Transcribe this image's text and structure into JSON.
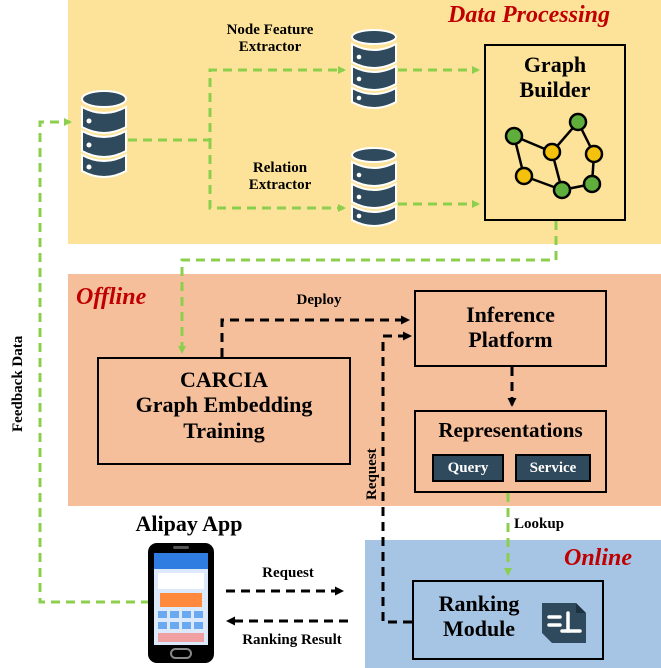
{
  "stages": {
    "data_processing": "Data Processing",
    "offline": "Offline",
    "online": "Online"
  },
  "labels": {
    "node_feature_extractor": "Node Feature\nExtractor",
    "relation_extractor": "Relation\nExtractor",
    "graph_builder": "Graph\nBuilder",
    "deploy": "Deploy",
    "inference_platform": "Inference\nPlatform",
    "carcia_training": "CARCIA\nGraph Embedding\nTraining",
    "representations": "Representations",
    "query": "Query",
    "service": "Service",
    "request_vertical": "Request",
    "lookup": "Lookup",
    "alipay_app": "Alipay App",
    "request": "Request",
    "ranking_result": "Ranking Result",
    "ranking_module": "Ranking\nModule",
    "feedback_data": "Feedback Data"
  },
  "colors": {
    "data_processing_bg": "#fde39a",
    "offline_bg": "#f6bf9b",
    "online_bg": "#a6c4e3",
    "green_arrow": "#8ccf4d",
    "black_arrow": "#000000",
    "db_fill": "#2f4a5c",
    "graph_yellow": "#f4c20d",
    "graph_green": "#5fae3c",
    "stage_title": "#c00000"
  },
  "icons": [
    "database-icon",
    "graph-icon",
    "ranking-icon",
    "phone-icon"
  ]
}
